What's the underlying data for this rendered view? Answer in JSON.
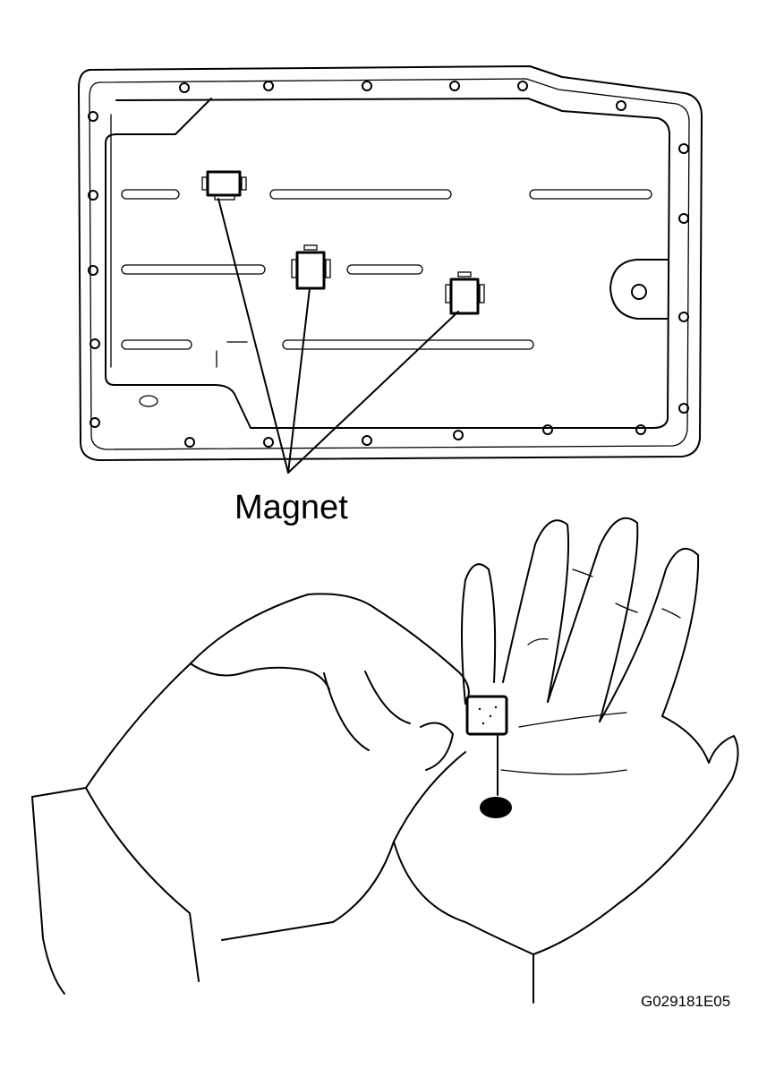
{
  "diagram": {
    "callout_label": "Magnet",
    "figure_code": "G029181E05"
  },
  "colors": {
    "ink": "#000000",
    "paper": "#ffffff"
  },
  "icons": [
    "oil-pan-outline",
    "magnet-icon",
    "hand-icon",
    "metal-debris-icon"
  ]
}
